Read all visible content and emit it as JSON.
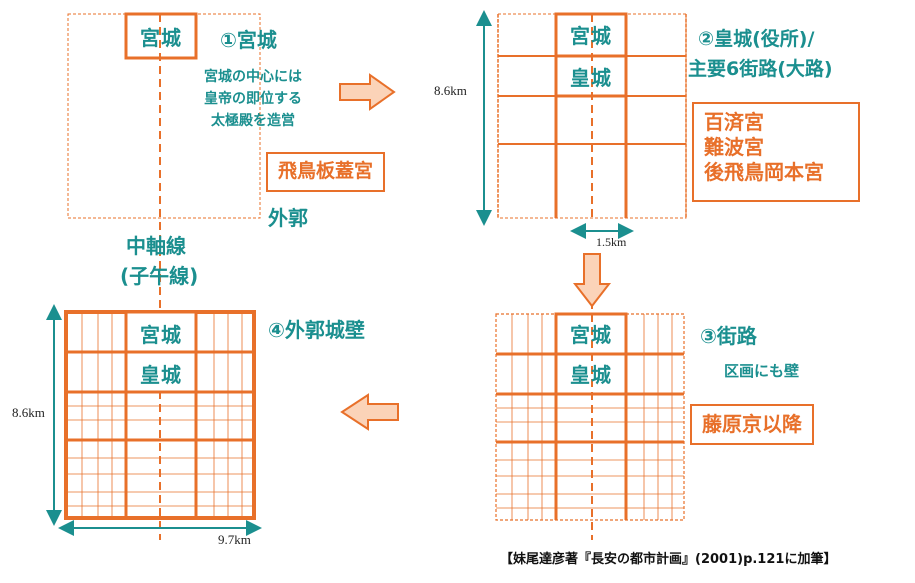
{
  "labels": {
    "miyagi": "宮城",
    "koujou": "皇城",
    "step1_title": "①宮城",
    "step1_note": [
      "宮城の中心には",
      "皇帝の即位する",
      "太極殿を造営"
    ],
    "step1_palace": "飛鳥板蓋宮",
    "outer": "外郭",
    "axis": [
      "中軸線",
      "(子午線)"
    ],
    "step2_title": [
      "②皇城(役所)/",
      "主要6街路(大路)"
    ],
    "step2_palaces": [
      "百済宮",
      "難波宮",
      "後飛鳥岡本宮"
    ],
    "step2_height": "8.6km",
    "step2_width": "1.5km",
    "step3_title": "③街路",
    "step3_note": "区画にも壁",
    "step3_palace": "藤原京以降",
    "step4_title": "④外郭城壁",
    "step4_height": "8.6km",
    "step4_width": "9.7km",
    "source": "【妹尾達彦著『長安の都市計画』(2001)p.121に加筆】"
  },
  "colors": {
    "orange": "#e8702a",
    "teal": "#1b8f8f",
    "arrow_fill": "#fbd3b8"
  }
}
